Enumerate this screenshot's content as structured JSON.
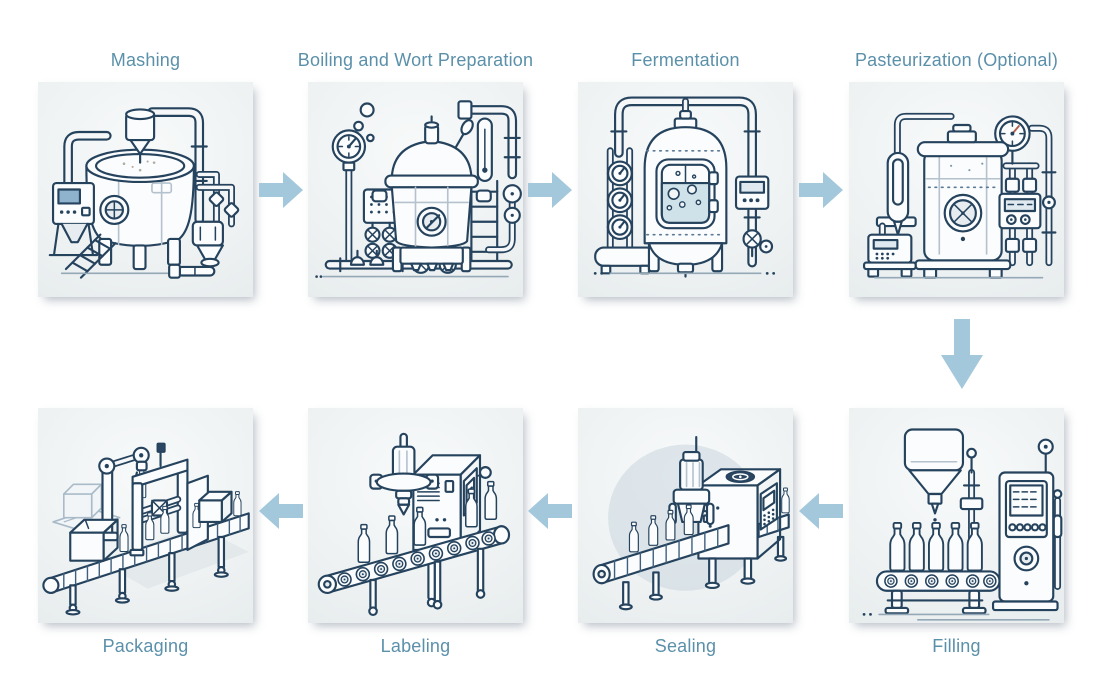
{
  "diagram": {
    "type": "process-flow",
    "steps": [
      {
        "id": "mashing",
        "label": "Mashing",
        "icon": "mash-tun-icon",
        "row": 1,
        "col": 1,
        "label_position": "above"
      },
      {
        "id": "boiling",
        "label": "Boiling and Wort Preparation",
        "icon": "brew-kettle-icon",
        "row": 1,
        "col": 2,
        "label_position": "above"
      },
      {
        "id": "fermentation",
        "label": "Fermentation",
        "icon": "fermentation-tank-icon",
        "row": 1,
        "col": 3,
        "label_position": "above"
      },
      {
        "id": "pasteurization",
        "label": "Pasteurization (Optional)",
        "icon": "pasteurizer-icon",
        "row": 1,
        "col": 4,
        "label_position": "above"
      },
      {
        "id": "filling",
        "label": "Filling",
        "icon": "filling-machine-icon",
        "row": 2,
        "col": 4,
        "label_position": "below"
      },
      {
        "id": "sealing",
        "label": "Sealing",
        "icon": "sealing-machine-icon",
        "row": 2,
        "col": 3,
        "label_position": "below"
      },
      {
        "id": "labeling",
        "label": "Labeling",
        "icon": "labeling-machine-icon",
        "row": 2,
        "col": 2,
        "label_position": "below"
      },
      {
        "id": "packaging",
        "label": "Packaging",
        "icon": "packaging-line-icon",
        "row": 2,
        "col": 1,
        "label_position": "below"
      }
    ],
    "arrows": [
      {
        "from": "mashing",
        "to": "boiling",
        "direction": "right"
      },
      {
        "from": "boiling",
        "to": "fermentation",
        "direction": "right"
      },
      {
        "from": "fermentation",
        "to": "pasteurization",
        "direction": "right"
      },
      {
        "from": "pasteurization",
        "to": "filling",
        "direction": "down"
      },
      {
        "from": "filling",
        "to": "sealing",
        "direction": "left"
      },
      {
        "from": "sealing",
        "to": "labeling",
        "direction": "left"
      },
      {
        "from": "labeling",
        "to": "packaging",
        "direction": "left"
      }
    ],
    "colors": {
      "label_text": "#5b90aa",
      "arrow": "#a4c8db",
      "line_art": "#26435e",
      "tile_background": "#ebeff0",
      "page_background": "#ffffff"
    }
  }
}
